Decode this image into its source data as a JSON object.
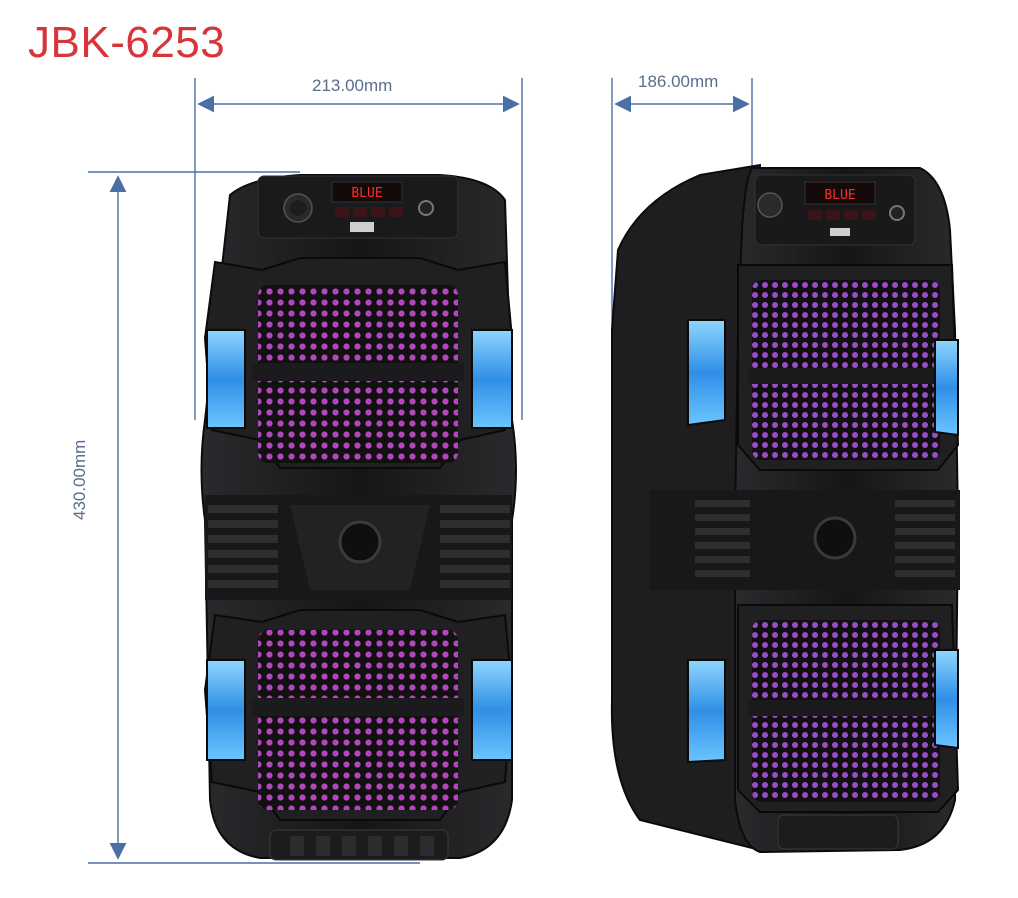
{
  "title": "JBK-6253",
  "dimensions": {
    "front_width": "213.00mm",
    "side_width": "186.00mm",
    "height": "430.00mm"
  },
  "display": {
    "front_text": "BLUE",
    "side_text": "BLUE"
  },
  "colors": {
    "title": "#d8353b",
    "dimension_lines": "#4a6fa5",
    "body": "#1b1b1d",
    "led_blue": "#3aa8ff",
    "led_pink": "#e255c8",
    "display_red": "#ff2a2a"
  }
}
